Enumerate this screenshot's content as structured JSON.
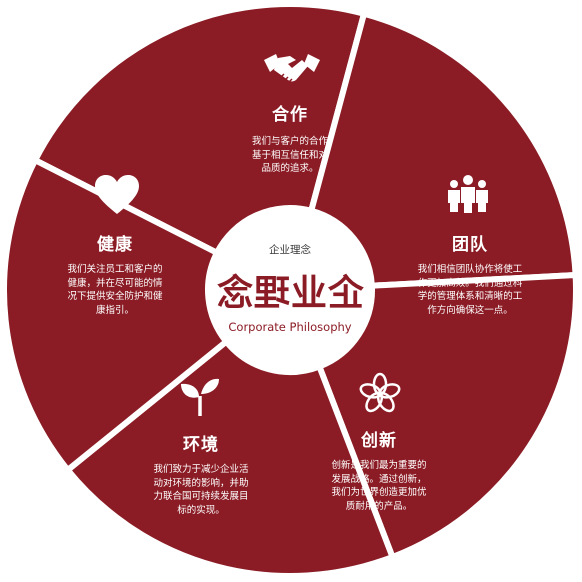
{
  "colors": {
    "segment": "#8b1c25",
    "divider": "#ffffff",
    "center": "#ffffff",
    "text_on_segment": "#ffffff",
    "accent": "#8b1c25"
  },
  "center": {
    "label": "企业理念",
    "seal_text": "企业理念",
    "subtitle": "Corporate Philosophy"
  },
  "segments": [
    {
      "id": "cooperation",
      "icon": "handshake-icon",
      "title": "合作",
      "body": [
        "我们与客户的合作",
        "基于相互信任和对",
        "品质的追求。"
      ]
    },
    {
      "id": "team",
      "icon": "team-people-icon",
      "title": "团队",
      "body": [
        "我们相信团队协作将使工",
        "作更加高效。我们通过科",
        "学的管理体系和清晰的工",
        "作方向确保这一点。"
      ]
    },
    {
      "id": "innovation",
      "icon": "atom-flower-icon",
      "title": "创新",
      "body": [
        "创新是我们最为重要的",
        "发展战略。通过创新，",
        "我们为世界创造更加优",
        "质耐用的产品。"
      ]
    },
    {
      "id": "environment",
      "icon": "sprout-icon",
      "title": "环境",
      "body": [
        "我们致力于减少企业活",
        "动对环境的影响，并助",
        "力联合国可持续发展目",
        "标的实现。"
      ]
    },
    {
      "id": "health",
      "icon": "heart-icon",
      "title": "健康",
      "body": [
        "我们关注员工和客户的",
        "健康，并在尽可能的情",
        "况下提供安全防护和健",
        "康指引。"
      ]
    }
  ]
}
